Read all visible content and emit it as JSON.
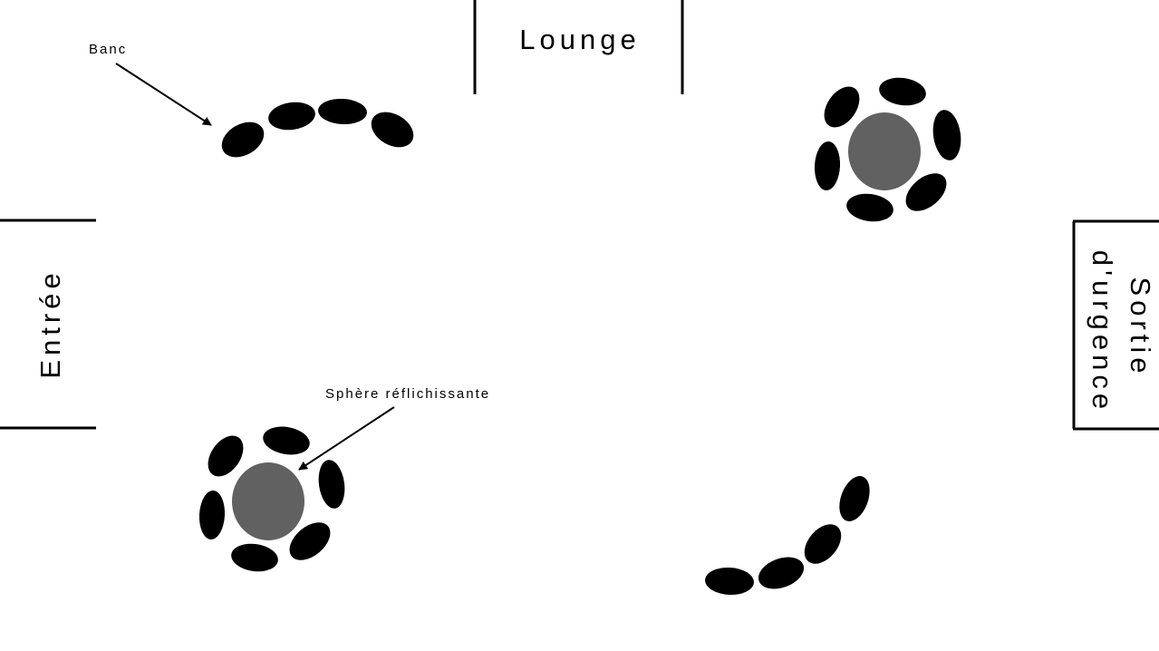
{
  "labels": {
    "lounge": "Lounge",
    "entree": "Entrée",
    "sortie_line1": "Sortie",
    "sortie_line2": "d'urgence",
    "banc": "Banc",
    "sphere": "Sphère réflichissante"
  },
  "colors": {
    "ink": "#000000",
    "sphere": "#616161",
    "background": "#ffffff"
  }
}
